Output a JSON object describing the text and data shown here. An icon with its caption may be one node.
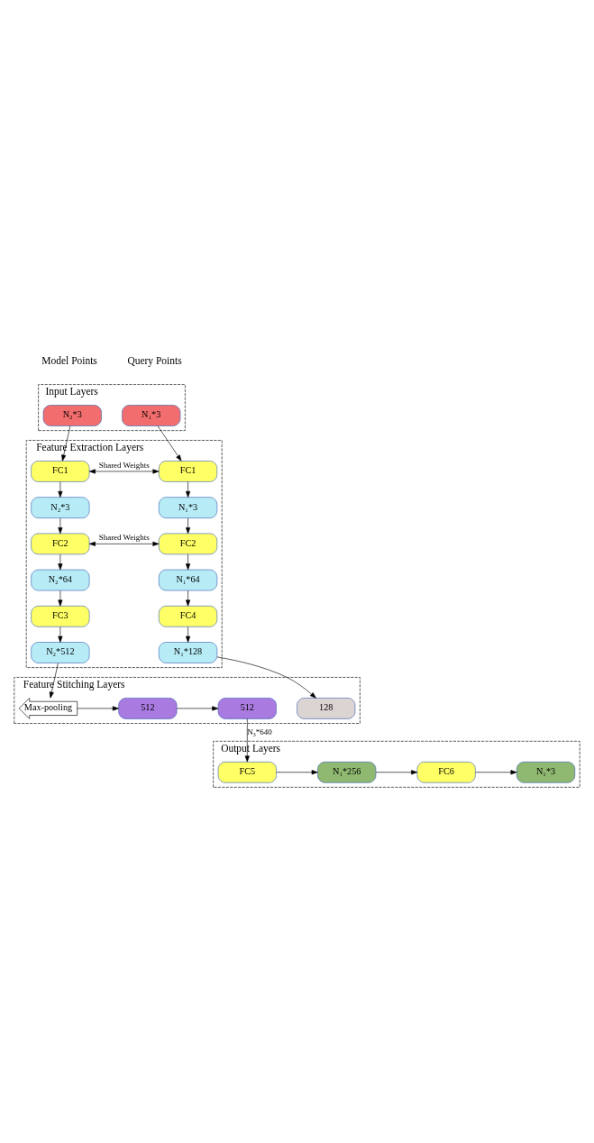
{
  "diagram": {
    "nodes": [
      {
        "text": [
          "Input Layers"
        ]
      },
      {
        "text": [
          "N₁*3"
        ],
        "in": 0
      },
      {
        "text": [
          "N₂*3"
        ],
        "in": 0
      },
      {
        "text": [
          "Feature Extraction Layers"
        ]
      },
      {
        "text": [
          "FC1"
        ],
        "in": 3
      },
      {
        "text": [
          "FC1"
        ],
        "in": 3
      },
      {
        "text": [
          "N₁*3"
        ],
        "in": 3
      },
      {
        "text": [
          "N₂*3"
        ],
        "in": 3
      },
      {
        "text": [
          "FC2"
        ],
        "in": 3
      },
      {
        "text": [
          "FC2"
        ],
        "in": 3
      },
      {
        "text": [
          "N₁*64"
        ],
        "in": 3
      },
      {
        "text": [
          "N₂*64"
        ],
        "in": 3
      },
      {
        "text": [
          "FC4"
        ],
        "in": 3
      },
      {
        "text": [
          "FC3"
        ],
        "in": 3
      },
      {
        "text": [
          "N₁*128"
        ],
        "in": 3
      },
      {
        "text": [
          "N₂*512"
        ],
        "in": 3
      },
      {
        "text": [
          "Feature Stitching Layers"
        ]
      },
      {
        "text": [
          "128"
        ],
        "in": 16
      },
      {
        "text": [
          "512"
        ],
        "in": 16
      },
      {
        "text": [
          "512"
        ],
        "in": 16
      },
      {
        "text": [
          "Max-pooling"
        ],
        "in": 16
      },
      {
        "text": [
          "Output Layers"
        ]
      },
      {
        "text": [
          "FC5"
        ],
        "in": 21
      },
      {
        "text": [
          "N₁*256"
        ],
        "in": 21
      },
      {
        "text": [
          "FC6"
        ],
        "in": 21
      },
      {
        "text": [
          "N₁*3"
        ],
        "in": 21
      }
    ],
    "edges": [
      {
        "from": 1,
        "to": 4,
        "arrow": "to"
      },
      {
        "from": 2,
        "to": 5,
        "arrow": "to"
      },
      {
        "from": 4,
        "to": 5,
        "arrow": "both",
        "label": "Shared Weights"
      },
      {
        "from": 4,
        "to": 6,
        "arrow": "to"
      },
      {
        "from": 5,
        "to": 7,
        "arrow": "to"
      },
      {
        "from": 6,
        "to": 8,
        "arrow": "to"
      },
      {
        "from": 7,
        "to": 9,
        "arrow": "to"
      },
      {
        "from": 8,
        "to": 9,
        "arrow": "both",
        "label": "Shared Weights"
      },
      {
        "from": 8,
        "to": 10,
        "arrow": "to"
      },
      {
        "from": 9,
        "to": 11,
        "arrow": "to"
      },
      {
        "from": 10,
        "to": 12,
        "arrow": "to"
      },
      {
        "from": 11,
        "to": 13,
        "arrow": "to"
      },
      {
        "from": 12,
        "to": 14,
        "arrow": "to"
      },
      {
        "from": 13,
        "to": 15,
        "arrow": "to"
      },
      {
        "from": 14,
        "to": 17,
        "arrow": "to"
      },
      {
        "from": 15,
        "to": 20,
        "arrow": "to"
      },
      {
        "from": 20,
        "to": 19,
        "arrow": "to"
      },
      {
        "from": 19,
        "to": 18,
        "arrow": "to"
      },
      {
        "from": 18,
        "to": 22,
        "arrow": "to",
        "label": "N₃*640"
      },
      {
        "from": 22,
        "to": 23,
        "arrow": "to"
      },
      {
        "from": 23,
        "to": 24,
        "arrow": "to"
      },
      {
        "from": 24,
        "to": 25,
        "arrow": "to"
      }
    ],
    "labels": [
      "Query Points",
      "Model Points"
    ]
  }
}
